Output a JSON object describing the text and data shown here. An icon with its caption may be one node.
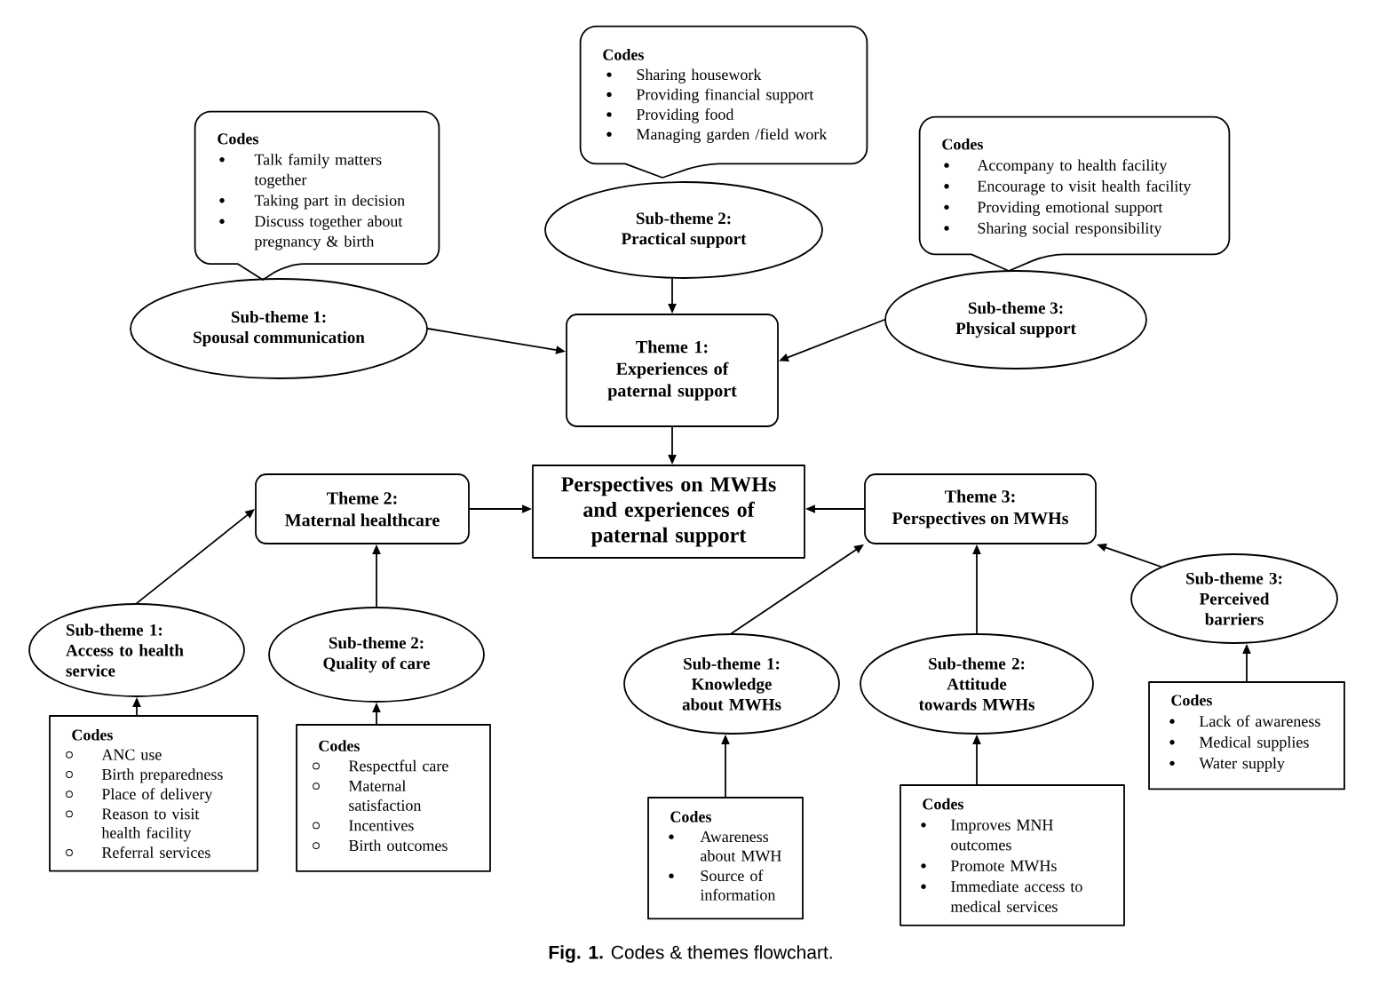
{
  "diagram": {
    "caption": "**Fig. 1.** Codes & themes flowchart.",
    "nodes": [
      {
        "text": [
          "Codes",
          "Sharing housework",
          "Providing financial support",
          "Providing food",
          "Managing garden /field work"
        ]
      },
      {
        "text": [
          "Codes",
          "Talk family matters together",
          "Taking part in decision",
          "Discuss together about pregnancy & birth"
        ]
      },
      {
        "text": [
          "Codes",
          "Accompany to health facility",
          "Encourage to visit health facility",
          "Providing emotional support",
          "Sharing social responsibility"
        ]
      },
      {
        "text": [
          "Sub-theme 2:",
          "Practical support"
        ]
      },
      {
        "text": [
          "Sub-theme 1:",
          "Spousal communication"
        ]
      },
      {
        "text": [
          "Sub-theme 3:",
          "Physical support"
        ]
      },
      {
        "text": [
          "Theme 1:",
          "Experiences of paternal support"
        ]
      },
      {
        "text": [
          "Theme 2:",
          "Maternal healthcare"
        ]
      },
      {
        "text": [
          "Perspectives on MWHs and experiences of paternal support"
        ]
      },
      {
        "text": [
          "Theme 3:",
          "Perspectives on MWHs"
        ]
      },
      {
        "text": [
          "Sub-theme 3:",
          "Perceived barriers"
        ]
      },
      {
        "text": [
          "Sub-theme 1:",
          "Access to health service"
        ]
      },
      {
        "text": [
          "Sub-theme 2:",
          "Quality of care"
        ]
      },
      {
        "text": [
          "Sub-theme 1:",
          "Knowledge about MWHs"
        ]
      },
      {
        "text": [
          "Sub-theme 2:",
          "Attitude towards MWHs"
        ]
      },
      {
        "text": [
          "Codes",
          "Lack of awareness",
          "Medical supplies",
          "Water supply"
        ]
      },
      {
        "text": [
          "Codes",
          "ANC use",
          "Birth preparedness",
          "Place of delivery",
          "Reason to visit health facility",
          "Referral services"
        ]
      },
      {
        "text": [
          "Codes",
          "Respectful care",
          "Maternal satisfaction",
          "Incentives",
          "Birth outcomes"
        ]
      },
      {
        "text": [
          "Codes",
          "Awareness about MWH",
          "Source of information"
        ]
      },
      {
        "text": [
          "Codes",
          "Improves MNH outcomes",
          "Promote MWHs",
          "Immediate access to medical services"
        ]
      }
    ],
    "edges": [
      {
        "from": 4,
        "to": 6,
        "arrow": "to"
      },
      {
        "from": 3,
        "to": 6,
        "arrow": "to"
      },
      {
        "from": 5,
        "to": 6,
        "arrow": "to"
      },
      {
        "from": 6,
        "to": 8,
        "arrow": "to"
      },
      {
        "from": 7,
        "to": 8,
        "arrow": "to"
      },
      {
        "from": 9,
        "to": 8,
        "arrow": "to"
      },
      {
        "from": 11,
        "to": 7,
        "arrow": "to"
      },
      {
        "from": 12,
        "to": 7,
        "arrow": "to"
      },
      {
        "from": 16,
        "to": 11,
        "arrow": "to"
      },
      {
        "from": 17,
        "to": 12,
        "arrow": "to"
      },
      {
        "from": 13,
        "to": 9,
        "arrow": "to"
      },
      {
        "from": 14,
        "to": 9,
        "arrow": "to"
      },
      {
        "from": 10,
        "to": 9,
        "arrow": "to"
      },
      {
        "from": 18,
        "to": 13,
        "arrow": "to"
      },
      {
        "from": 19,
        "to": 14,
        "arrow": "to"
      },
      {
        "from": 15,
        "to": 10,
        "arrow": "to"
      }
    ]
  }
}
